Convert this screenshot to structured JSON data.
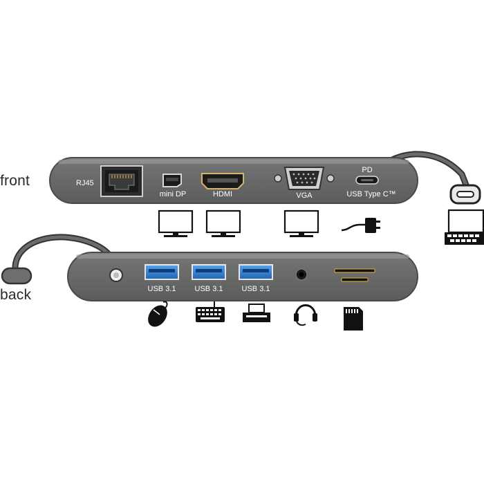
{
  "labels": {
    "front": "front",
    "back": "back"
  },
  "front_ports": {
    "rj45": "RJ45",
    "minidp": "mini DP",
    "hdmi": "HDMI",
    "vga": "VGA",
    "pd": "PD",
    "usbc": "USB  Type C™"
  },
  "back_ports": {
    "usb1": "USB 3.1",
    "usb2": "USB 3.1",
    "usb3": "USB 3.1"
  },
  "icons": {
    "front": [
      "monitor-icon",
      "monitor-icon",
      "monitor-icon",
      "power-adapter-icon",
      "laptop-icon"
    ],
    "back": [
      "mouse-icon",
      "keyboard-icon",
      "printer-icon",
      "headset-icon",
      "sd-card-icon"
    ]
  },
  "colors": {
    "body": "#6e6e6e",
    "body_dark": "#505050",
    "usb_blue": "#2f7fd0",
    "label_text": "#ffffff",
    "icon": "#111111"
  }
}
